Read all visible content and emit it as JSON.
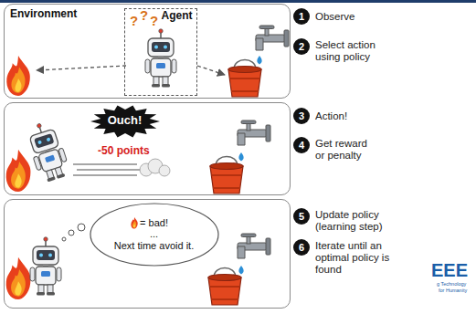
{
  "diagram": {
    "nodes": [
      {
        "text": [
          "Environment"
        ]
      },
      {
        "text": [
          "Agent"
        ],
        "in": 0
      },
      {
        "text": [
          "1"
        ]
      },
      {
        "text": [
          "2"
        ]
      },
      {
        "text": [
          "-50 points"
        ]
      },
      {
        "text": [
          "Ouch!"
        ],
        "in": 4
      },
      {
        "text": [
          "3"
        ]
      },
      {
        "text": [
          "4"
        ]
      },
      {
        "text": []
      },
      {
        "text": [
          "= bad!",
          "...",
          "Next time avoid it."
        ],
        "in": 8
      },
      {
        "text": [
          "5"
        ]
      },
      {
        "text": [
          "6"
        ]
      }
    ],
    "labels": [
      "?",
      "?",
      "?",
      "Observe",
      "Select action using policy",
      "Action!",
      "Get reward or penalty",
      "Update policy (learning step)",
      "Iterate until an optimal policy is found",
      "EEE",
      "g Technology",
      "for Humanity"
    ]
  }
}
